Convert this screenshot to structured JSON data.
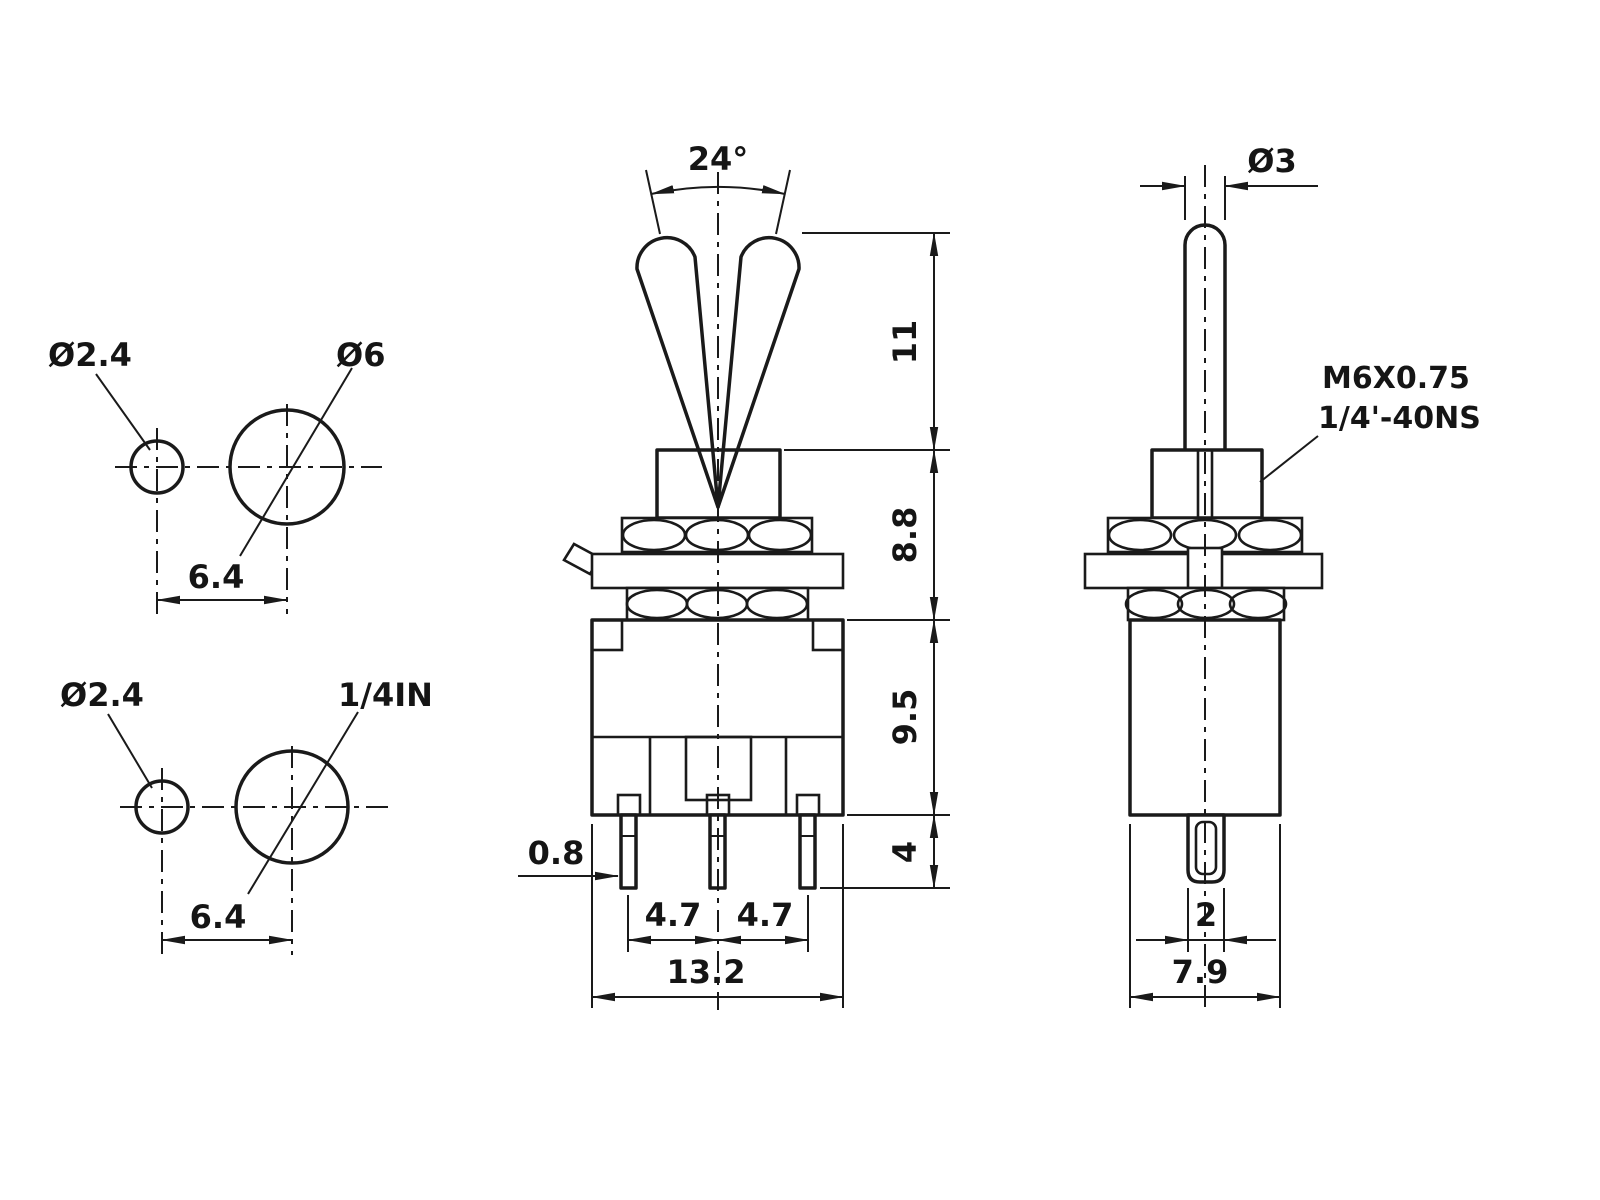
{
  "page": {
    "background": "#ffffff",
    "ink": "#1a1a1a"
  },
  "panel_top_left": {
    "small_hole": "Ø2.4",
    "large_hole": "Ø6",
    "center_spacing": "6.4"
  },
  "panel_bottom_left": {
    "small_hole": "Ø2.4",
    "large_hole": "1/4IN",
    "center_spacing": "6.4"
  },
  "front_view": {
    "throw_angle": "24°",
    "lever_height": "11",
    "bushing_height": "8.8",
    "body_height": "9.5",
    "terminal_length": "4",
    "terminal_thickness": "0.8",
    "pitch_left": "4.7",
    "pitch_right": "4.7",
    "overall_width": "13.2"
  },
  "side_view": {
    "lever_diameter": "Ø3",
    "thread_spec_metric": "M6X0.75",
    "thread_spec_imperial": "1/4'-40NS",
    "terminal_width": "2",
    "overall_depth": "7.9"
  }
}
